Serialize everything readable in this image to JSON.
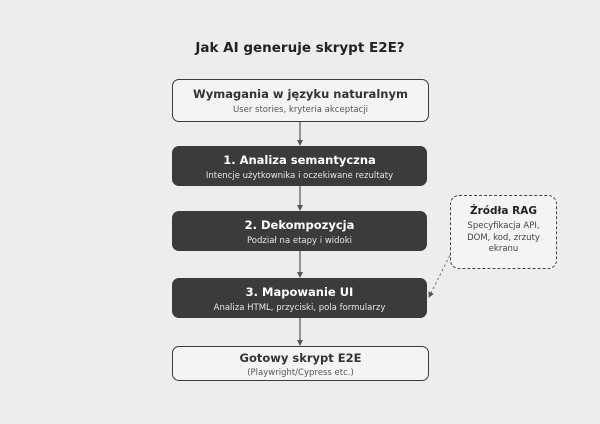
{
  "diagram": {
    "title": "Jak AI generuje skrypt E2E?",
    "nodes": {
      "requirements": {
        "label": "Wymagania w języku naturalnym",
        "detail": "User stories, kryteria akceptacji"
      },
      "step1": {
        "label": "1. Analiza semantyczna",
        "detail": "Intencje użytkownika i oczekiwane rezultaty"
      },
      "step2": {
        "label": "2. Dekompozycja",
        "detail": "Podział na etapy i widoki"
      },
      "step3": {
        "label": "3. Mapowanie UI",
        "detail": "Analiza HTML, przyciski, pola formularzy"
      },
      "output": {
        "label": "Gotowy skrypt E2E",
        "detail": "(Playwright/Cypress etc.)"
      },
      "rag": {
        "label": "Źródła RAG",
        "detail": "Specyfikacja API, DOM, kod, zrzuty ekranu"
      }
    },
    "colors": {
      "background": "#ededed",
      "dark_box": "#3b3b3b",
      "light_box": "#f4f4f4",
      "line": "#555555"
    }
  }
}
